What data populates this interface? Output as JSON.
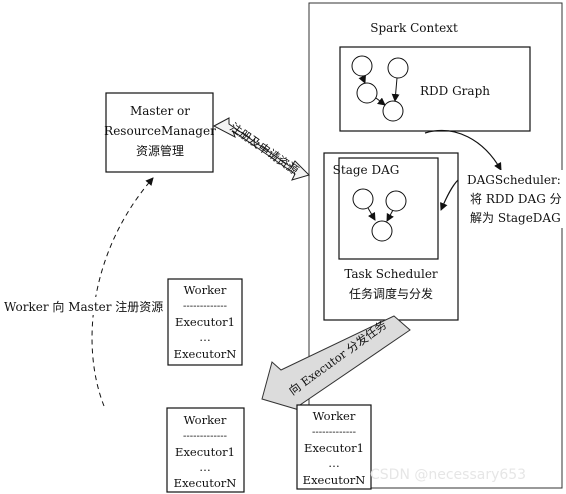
{
  "spark_context": {
    "title": "Spark Context"
  },
  "rdd_graph": {
    "label": "RDD Graph"
  },
  "stage_dag": {
    "label": "Stage DAG"
  },
  "task_scheduler": {
    "title": "Task Scheduler",
    "subtitle": "任务调度与分发"
  },
  "dag_scheduler_note": {
    "line1": "DAGScheduler:",
    "line2": "将 RDD DAG 分",
    "line3": "解为 StageDAG"
  },
  "master": {
    "line1": "Master or",
    "line2": "ResourceManager",
    "line3": "资源管理"
  },
  "register_arrow": {
    "label": "注册及申请资源"
  },
  "worker_register": {
    "label": "Worker 向 Master 注册资源"
  },
  "dispatch_arrow": {
    "label": "向 Executor 分发任务"
  },
  "workers": [
    {
      "title": "Worker",
      "divider": "-------------",
      "exec1": "Executor1",
      "dots": "…",
      "execN": "ExecutorN"
    },
    {
      "title": "Worker",
      "divider": "-------------",
      "exec1": "Executor1",
      "dots": "…",
      "execN": "ExecutorN"
    },
    {
      "title": "Worker",
      "divider": "-------------",
      "exec1": "Executor1",
      "dots": "…",
      "execN": "ExecutorN"
    }
  ],
  "watermark": {
    "text": "CSDN @necessary653"
  }
}
